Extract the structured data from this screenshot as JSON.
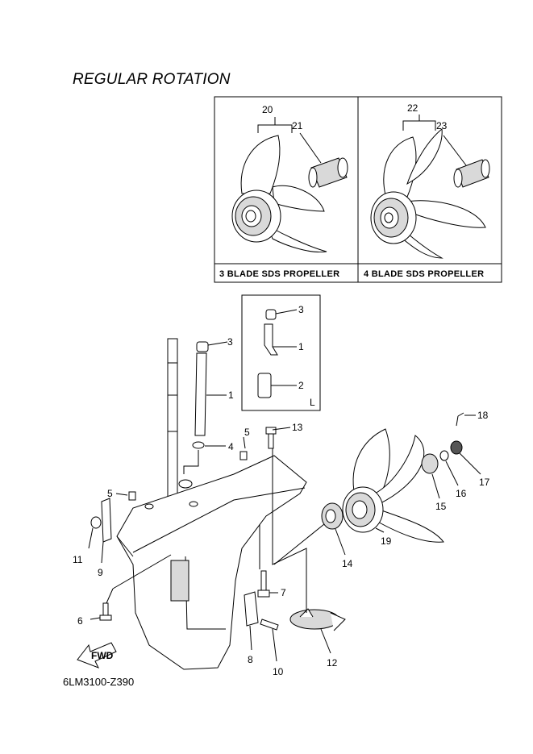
{
  "title": "REGULAR ROTATION",
  "diagram_code": "6LM3100-Z390",
  "boxes": {
    "three_blade_caption": "3 BLADE SDS PROPELLER",
    "four_blade_caption": "4 BLADE SDS PROPELLER",
    "inset_letter": "L"
  },
  "fwd_label": "FWD",
  "callouts": {
    "c20": "20",
    "c21": "21",
    "c22": "22",
    "c23": "23",
    "c3a": "3",
    "c1a": "1",
    "c2a": "2",
    "c3": "3",
    "c1": "1",
    "c4": "4",
    "c5": "5",
    "c5b": "5",
    "c13": "13",
    "c18": "18",
    "c11": "11",
    "c9": "9",
    "c6": "6",
    "c7": "7",
    "c8": "8",
    "c10": "10",
    "c12": "12",
    "c14": "14",
    "c19": "19",
    "c15": "15",
    "c16": "16",
    "c17": "17"
  }
}
